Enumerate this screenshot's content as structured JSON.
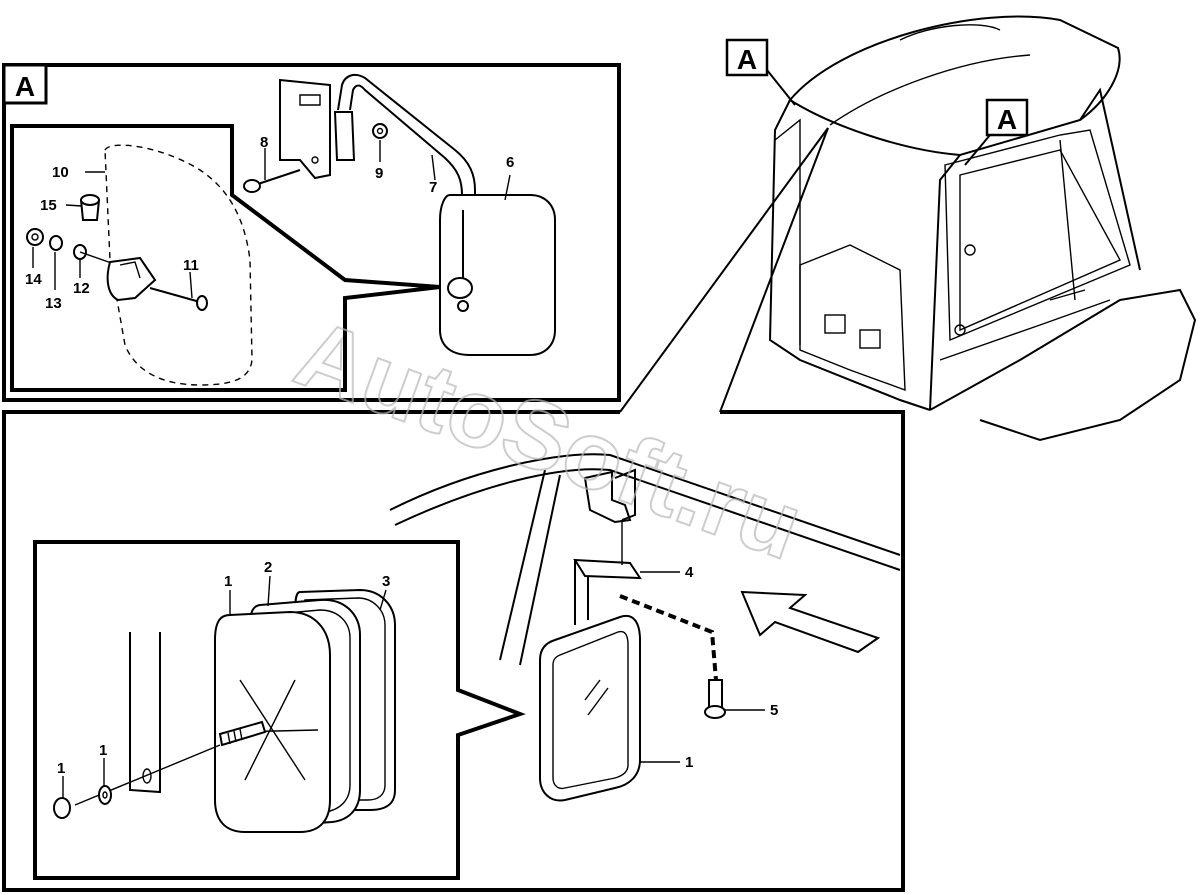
{
  "section_marker": "A",
  "watermark": "AutoSoft.ru",
  "detail_labels": [
    "10",
    "15",
    "14",
    "13",
    "12",
    "11",
    "8",
    "9",
    "7",
    "6"
  ],
  "main_labels": [
    "4",
    "5",
    "1"
  ],
  "inset_labels": [
    "1",
    "2",
    "3",
    "1",
    "1"
  ]
}
